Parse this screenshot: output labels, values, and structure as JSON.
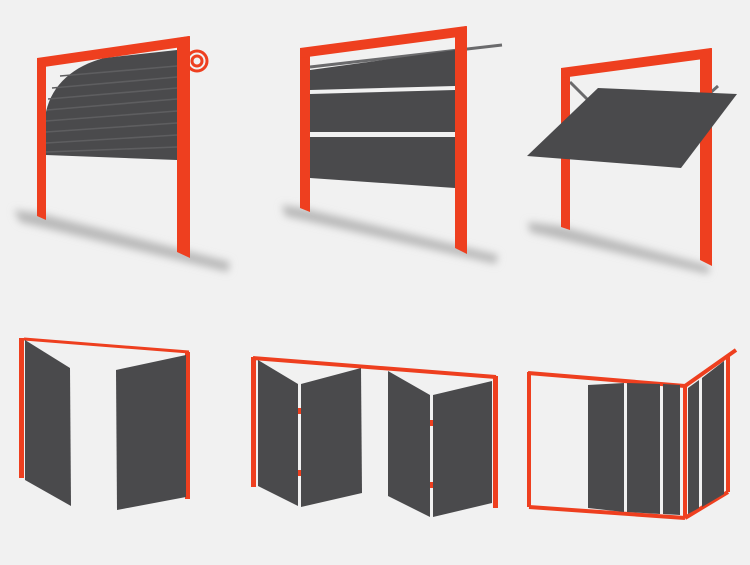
{
  "colors": {
    "background": "#f1f1f1",
    "frame": "#ee3f1f",
    "panel": "#4a4a4c",
    "slat_line": "#5c5c5e",
    "shadow": "#b9b9b9"
  },
  "diagrams": [
    {
      "id": "roller-door",
      "icon": "roller-shutter-door-icon"
    },
    {
      "id": "sectional-door",
      "icon": "sectional-overhead-door-icon"
    },
    {
      "id": "up-and-over-door",
      "icon": "tilting-up-and-over-door-icon"
    },
    {
      "id": "side-hinged-door",
      "icon": "side-hinged-double-door-icon"
    },
    {
      "id": "bi-fold-door",
      "icon": "bi-fold-door-icon"
    },
    {
      "id": "side-sliding-door",
      "icon": "side-sliding-corner-door-icon"
    }
  ]
}
